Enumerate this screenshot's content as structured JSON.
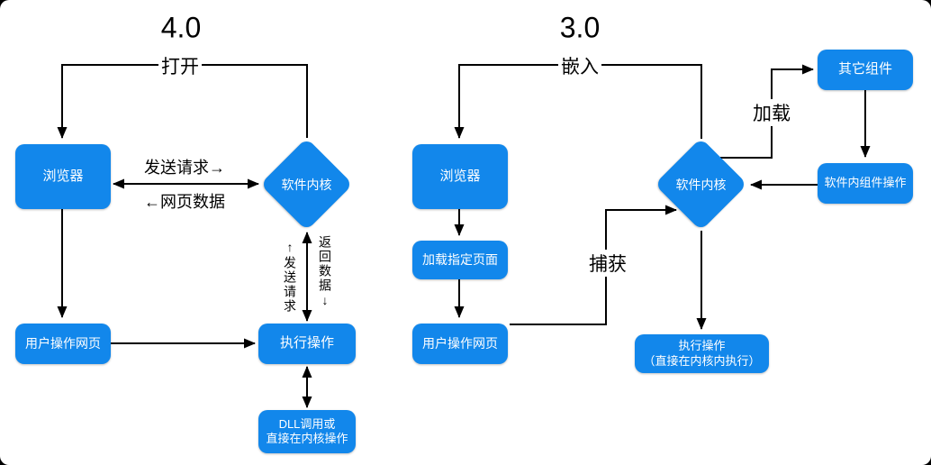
{
  "colors": {
    "node_fill": "#1287eb",
    "node_text": "#ffffff",
    "line": "#000000",
    "canvas_bg": "#ffffff",
    "outer_bg": "#000000"
  },
  "left_chart": {
    "title": "4.0",
    "nodes": {
      "browser": "浏览器",
      "kernel": "软件内核",
      "user_page": "用户操作网页",
      "execute": "执行操作",
      "dll_line1": "DLL调用或",
      "dll_line2": "直接在内核操作"
    },
    "labels": {
      "open": "打开",
      "send_request": "发送请求→",
      "page_data": "←网页数据",
      "send_request_vertical": "↑发送请求",
      "return_data_vertical": "返回数据↓"
    }
  },
  "right_chart": {
    "title": "3.0",
    "nodes": {
      "browser": "浏览器",
      "kernel": "软件内核",
      "load_page": "加载指定页面",
      "user_page": "用户操作网页",
      "other_components": "其它组件",
      "component_ops": "软件内组件操作",
      "execute_line1": "执行操作",
      "execute_line2": "（直接在内核内执行）"
    },
    "labels": {
      "embed": "嵌入",
      "load": "加载",
      "capture": "捕获"
    }
  }
}
